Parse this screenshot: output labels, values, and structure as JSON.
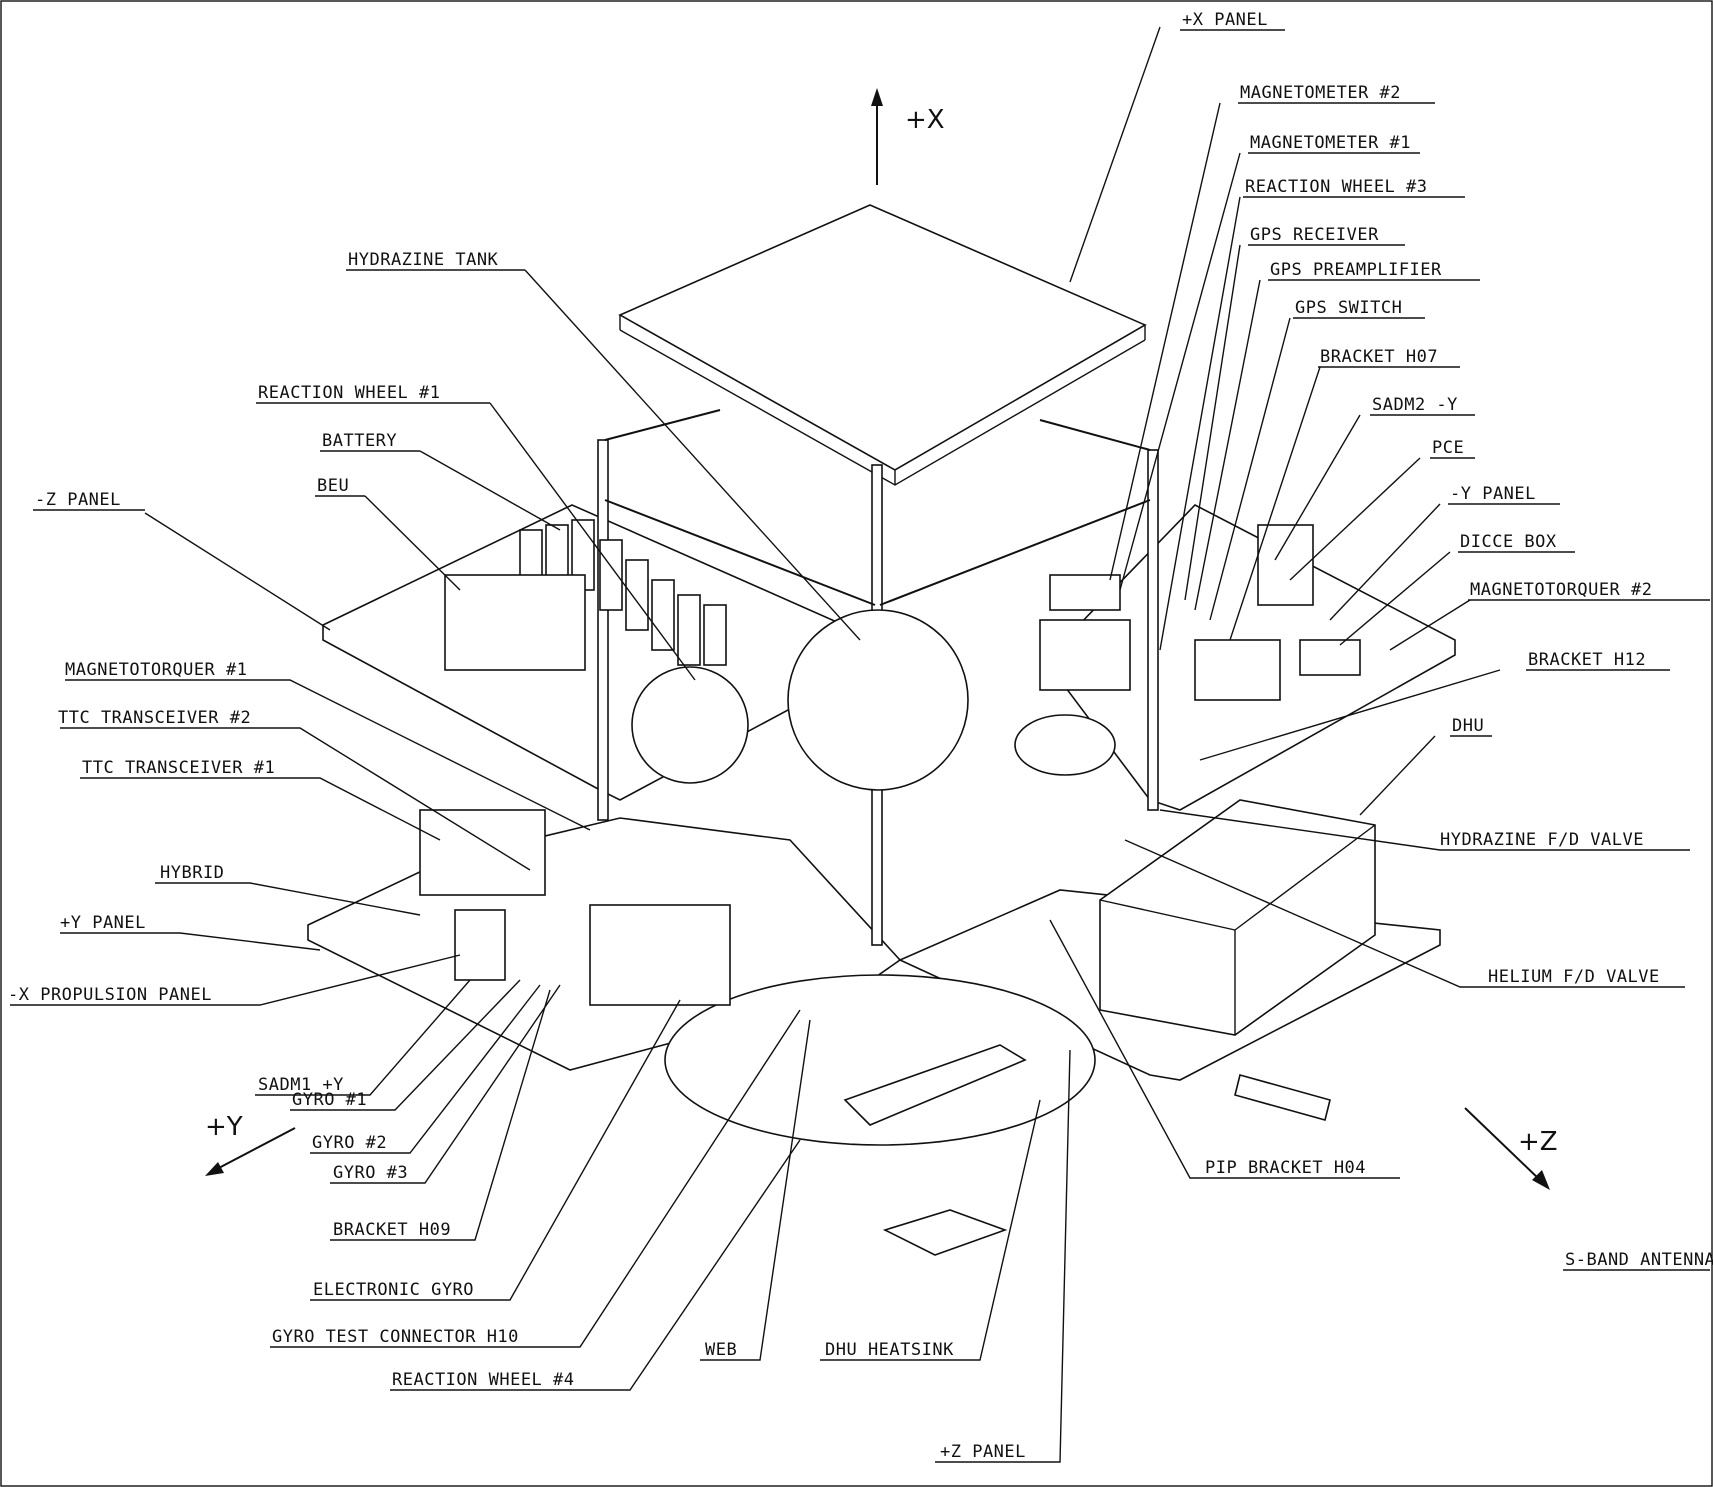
{
  "axes": {
    "plus_x": "+X",
    "plus_y": "+Y",
    "plus_z": "+Z"
  },
  "labels": {
    "plus_x_panel": "+X PANEL",
    "magnetometer_2": "MAGNETOMETER #2",
    "magnetometer_1": "MAGNETOMETER #1",
    "reaction_wheel_3": "REACTION WHEEL #3",
    "gps_receiver": "GPS RECEIVER",
    "gps_preamplifier": "GPS PREAMPLIFIER",
    "gps_switch": "GPS SWITCH",
    "bracket_h07": "BRACKET H07",
    "sadm2_minus_y": "SADM2 -Y",
    "pce": "PCE",
    "minus_y_panel": "-Y PANEL",
    "dicce_box": "DICCE BOX",
    "magnetotorquer_2": "MAGNETOTORQUER #2",
    "bracket_h12": "BRACKET H12",
    "dhu": "DHU",
    "hydrazine_fd_valve": "HYDRAZINE F/D VALVE",
    "helium_fd_valve": "HELIUM F/D VALVE",
    "pip_bracket_h04": "PIP BRACKET H04",
    "s_band_antenna": "S-BAND ANTENNA",
    "plus_z_panel": "+Z PANEL",
    "dhu_heatsink": "DHU HEATSINK",
    "web": "WEB",
    "reaction_wheel_4": "REACTION WHEEL #4",
    "gyro_test_connector": "GYRO TEST CONNECTOR H10",
    "electronic_gyro": "ELECTRONIC GYRO",
    "bracket_h09": "BRACKET H09",
    "gyro_3": "GYRO #3",
    "gyro_2": "GYRO #2",
    "gyro_1": "GYRO #1",
    "sadm1_plus_y": "SADM1 +Y",
    "minus_x_propulsion_panel": "-X PROPULSION PANEL",
    "plus_y_panel": "+Y PANEL",
    "hybrid": "HYBRID",
    "ttc_transceiver_1": "TTC TRANSCEIVER #1",
    "ttc_transceiver_2": "TTC TRANSCEIVER #2",
    "magnetotorquer_1": "MAGNETOTORQUER #1",
    "minus_z_panel": "-Z PANEL",
    "beu": "BEU",
    "battery": "BATTERY",
    "reaction_wheel_1": "REACTION WHEEL #1",
    "hydrazine_tank": "HYDRAZINE TANK"
  }
}
